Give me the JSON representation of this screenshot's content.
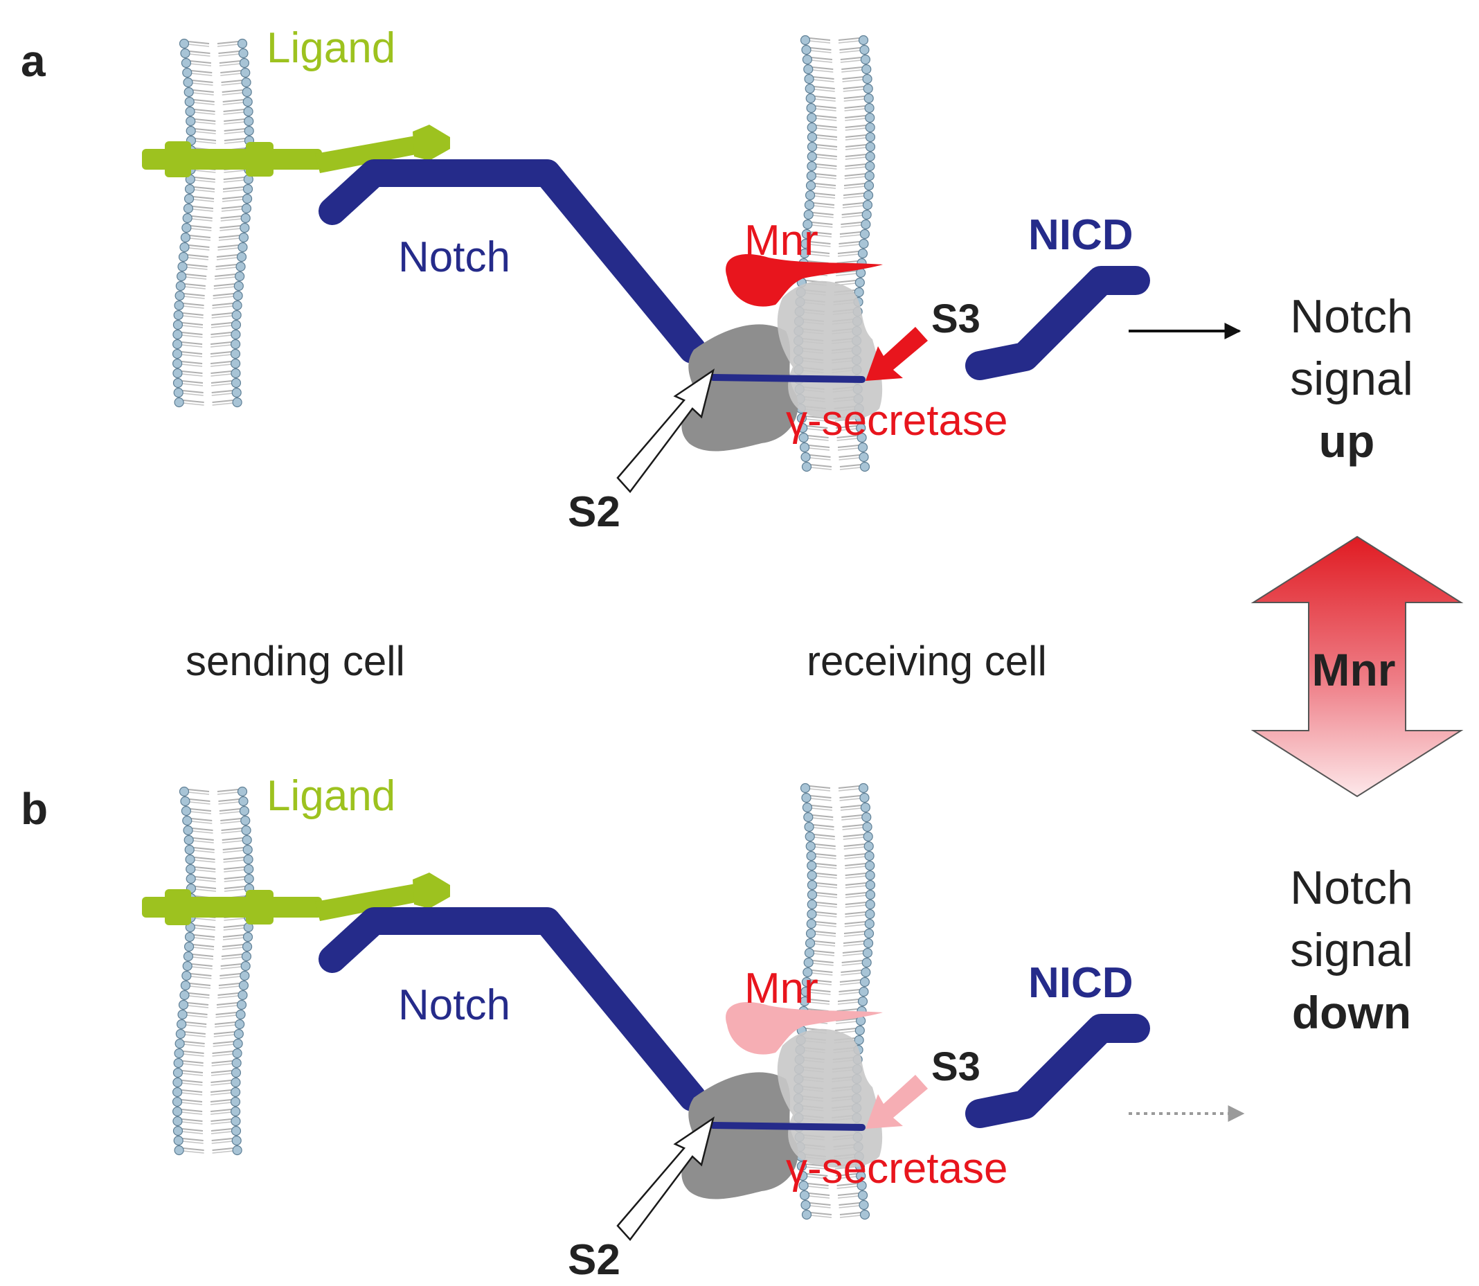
{
  "panels": {
    "a": {
      "letter": "a",
      "ligand": "Ligand",
      "notch": "Notch",
      "mnr": "Mnr",
      "nicd": "NICD",
      "s3": "S3",
      "s2": "S2",
      "gamma": "γ-secretase",
      "signal_line1": "Notch",
      "signal_line2": "signal",
      "signal_state": "up"
    },
    "b": {
      "letter": "b",
      "ligand": "Ligand",
      "notch": "Notch",
      "mnr": "Mnr",
      "nicd": "NICD",
      "s3": "S3",
      "s2": "S2",
      "gamma": "γ-secretase",
      "signal_line1": "Notch",
      "signal_line2": "signal",
      "signal_state": "down"
    }
  },
  "cells": {
    "sending": "sending cell",
    "receiving": "receiving cell"
  },
  "center_arrow": {
    "label": "Mnr"
  },
  "colors": {
    "ligand": "#9dc21f",
    "notch": "#252b8a",
    "mnr_high": "#e8151d",
    "mnr_low": "#f6aeb4",
    "gamma_dark": "#8e8e8e",
    "gamma_light": "#c8c8c8",
    "membrane_head": "#a8c4d6"
  }
}
